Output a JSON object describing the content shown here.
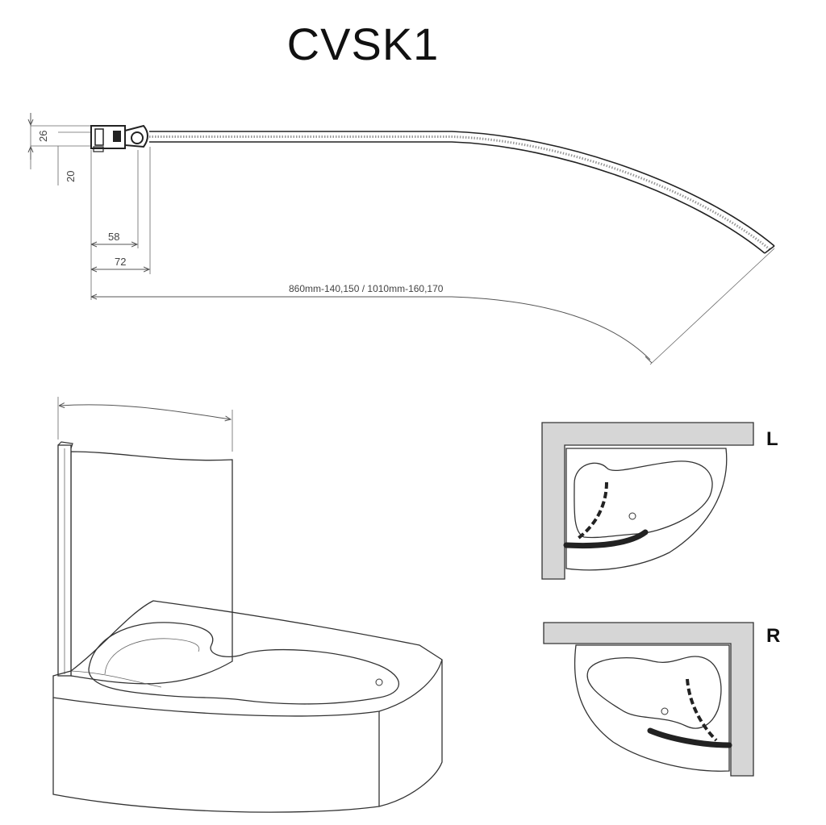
{
  "title": "CVSK1",
  "dimensions": {
    "d26": "26",
    "d20": "20",
    "d58": "58",
    "d72": "72",
    "span": "860mm-140,150 / 1010mm-160,170"
  },
  "variants": {
    "left": "L",
    "right": "R"
  },
  "colors": {
    "line": "#333333",
    "wall": "#d6d6d6",
    "seal": "#222222"
  }
}
